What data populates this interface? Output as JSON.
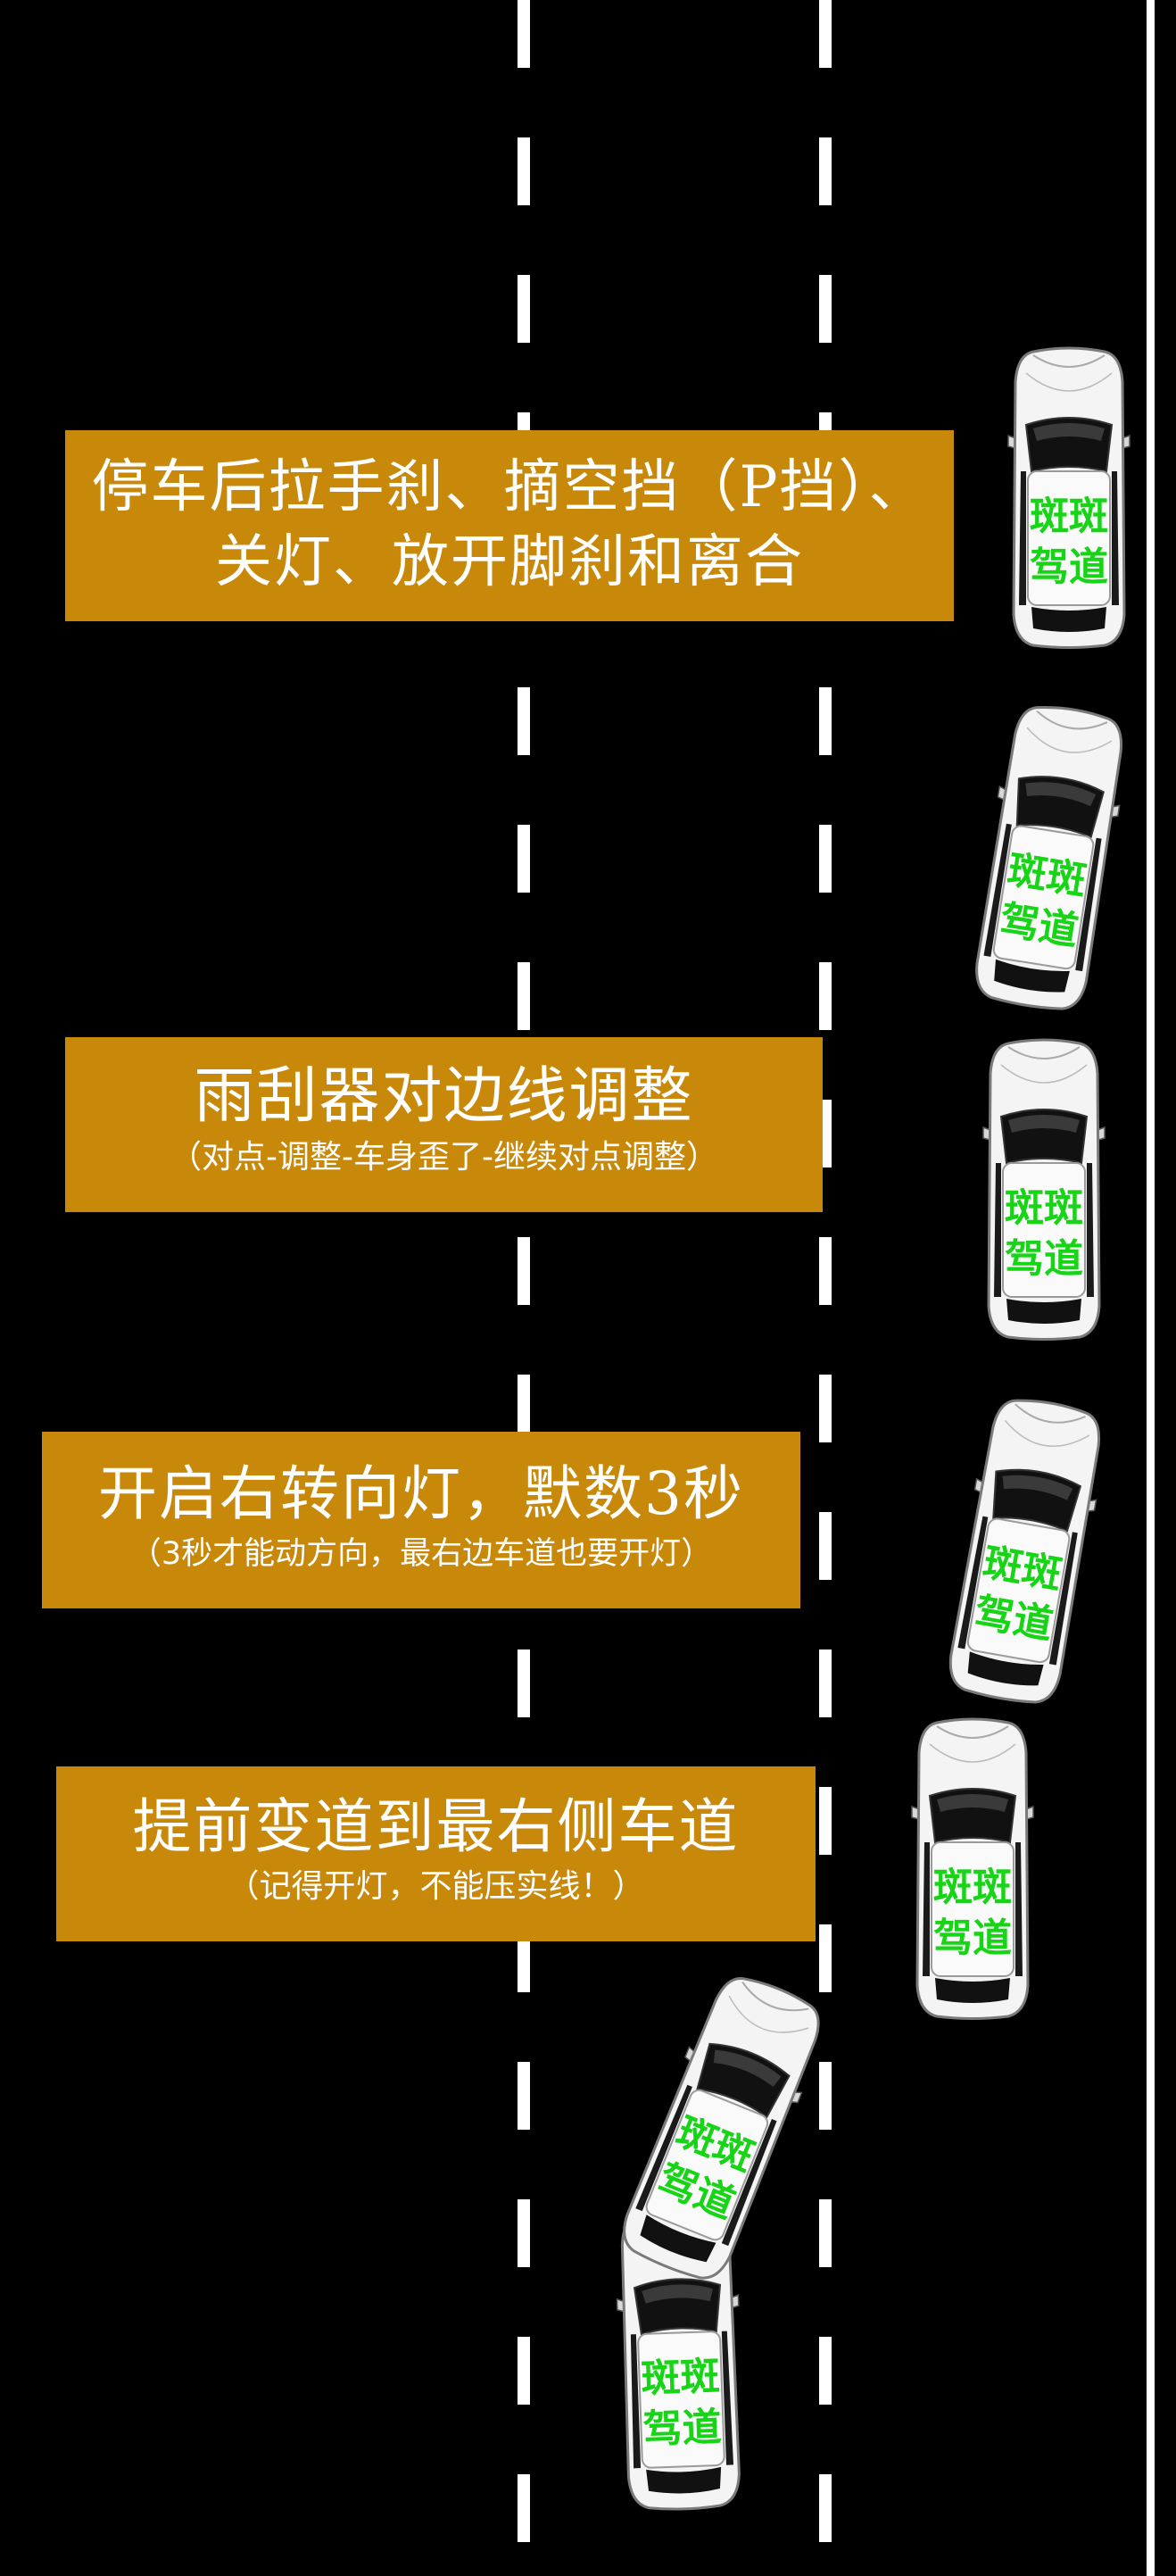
{
  "banners": [
    {
      "main": "停车后拉手刹、摘空挡（P挡）、关灯、放开脚刹和离合",
      "sub": ""
    },
    {
      "main": "雨刮器对边线调整",
      "sub": "（对点-调整-车身歪了-继续对点调整）"
    },
    {
      "main": "开启右转向灯，默数3秒",
      "sub": "（3秒才能动方向，最右边车道也要开灯）"
    },
    {
      "main": "提前变道到最右侧车道",
      "sub": "（记得开灯，不能压实线！）"
    }
  ],
  "car_label": {
    "line1": "斑斑",
    "line2": "驾道"
  },
  "colors": {
    "background": "#000000",
    "lane_marking": "#ffffff",
    "banner": "#c8890a",
    "car_label": "#17d417"
  }
}
